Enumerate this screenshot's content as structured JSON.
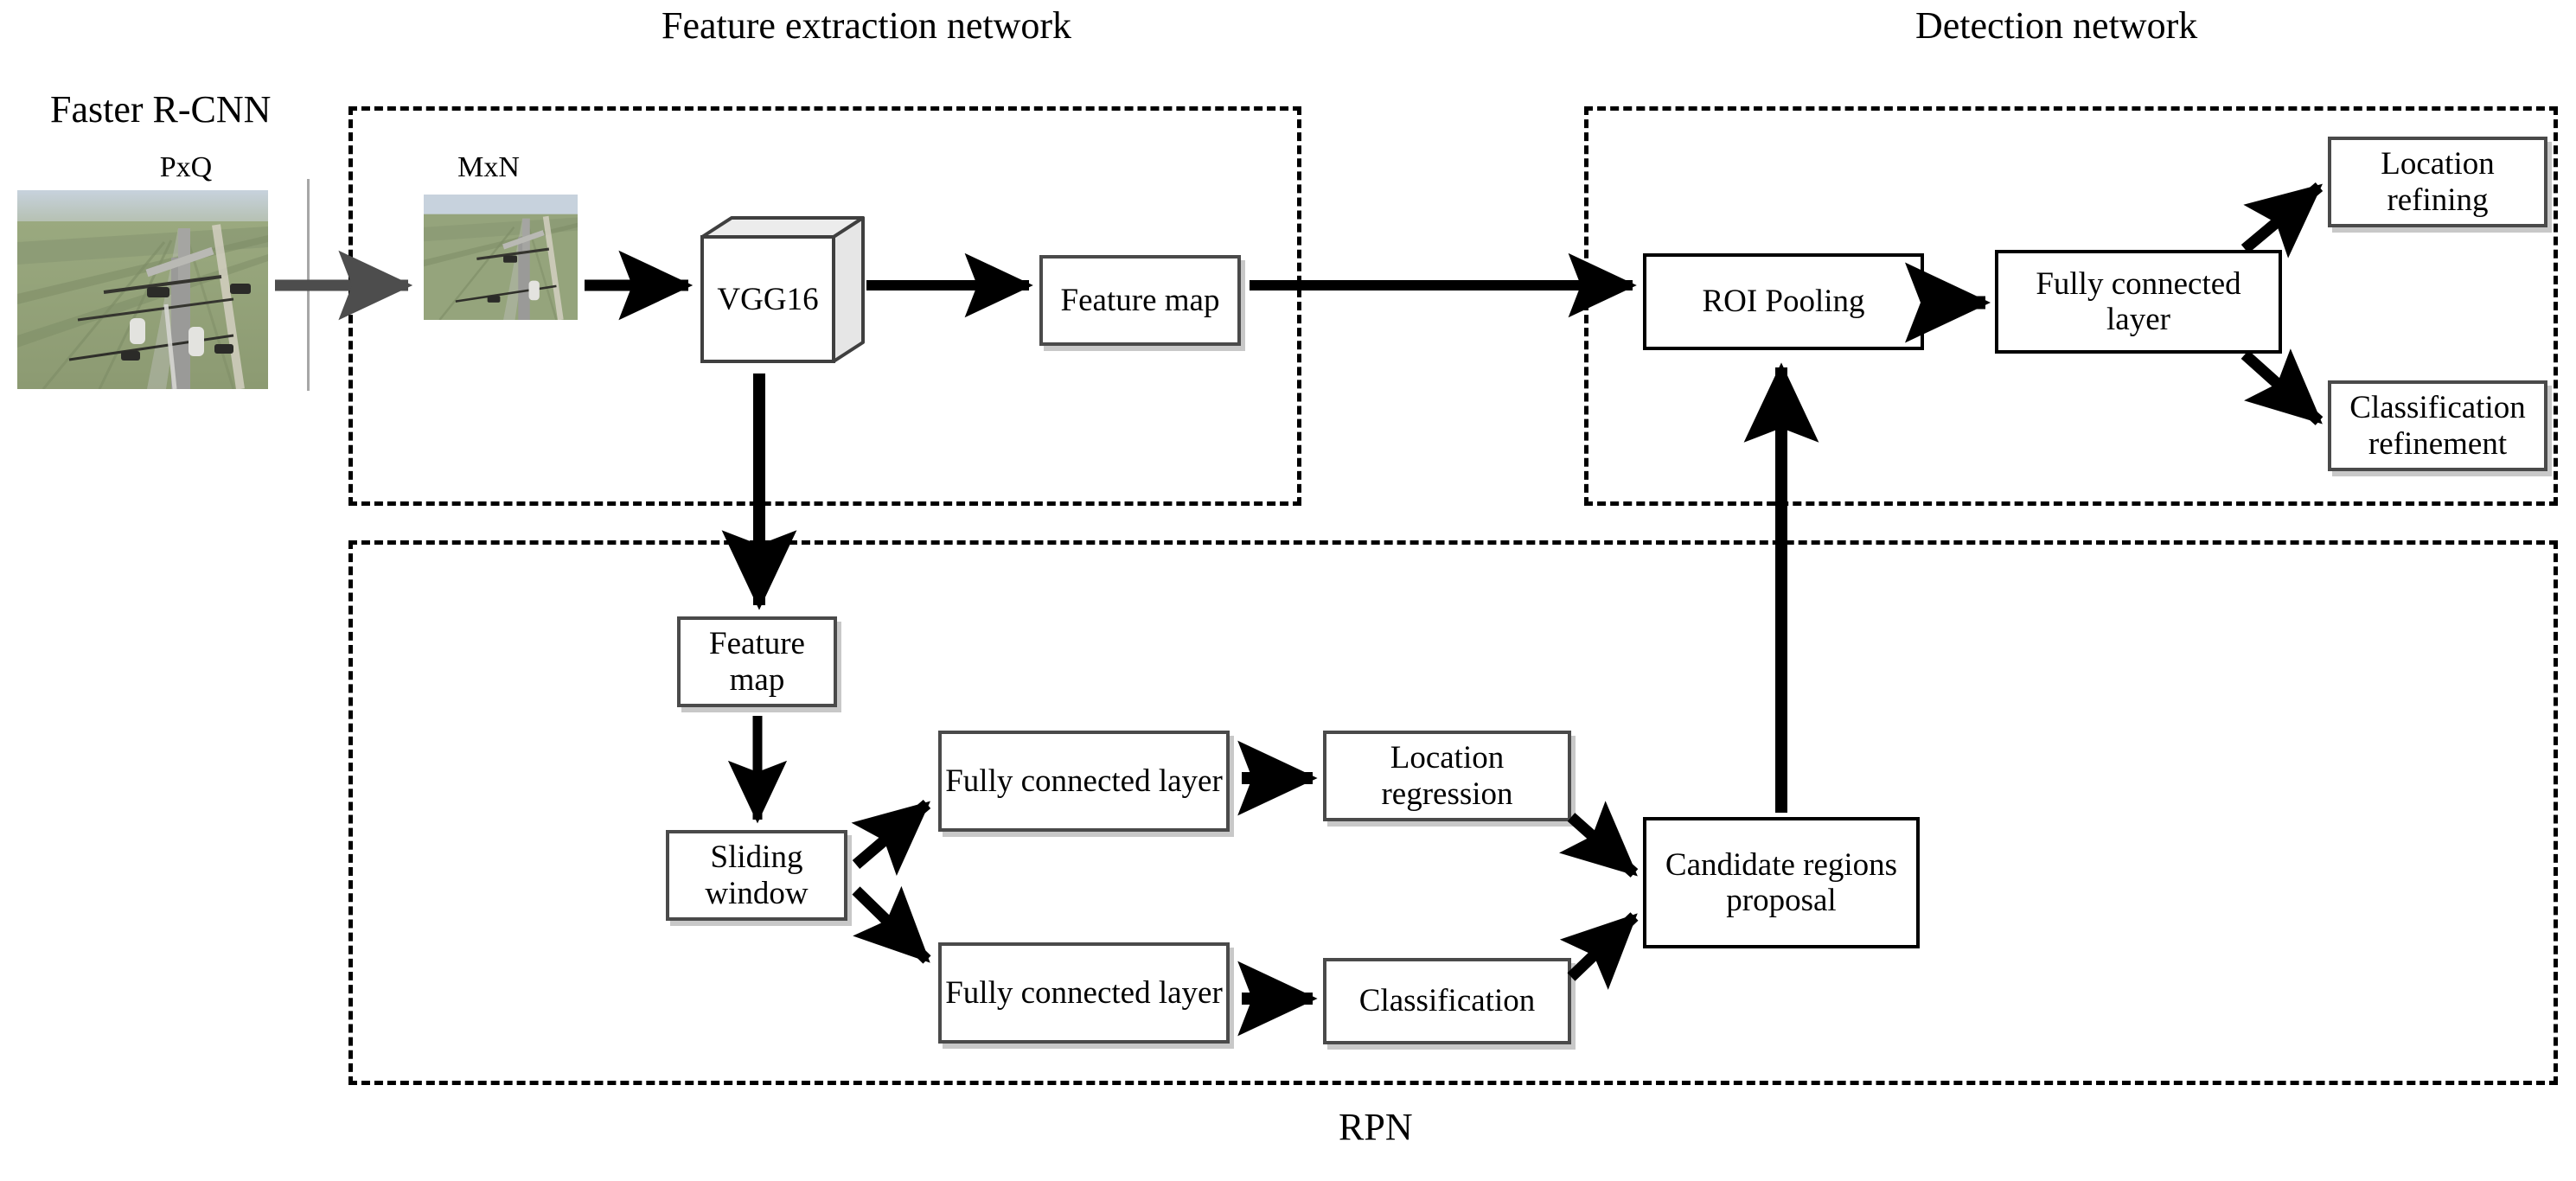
{
  "figure": {
    "overall_label": "Faster R-CNN",
    "bottom_label": "RPN",
    "titles": {
      "feature_extraction": "Feature extraction network",
      "detection": "Detection network"
    }
  },
  "inputs": {
    "source_image_label": "PxQ",
    "resized_image_label": "MxN"
  },
  "feature_extraction": {
    "backbone": "VGG16",
    "feature_map": "Feature map"
  },
  "rpn": {
    "feature_map": "Feature map",
    "sliding_window": "Sliding window",
    "fc_top": "Fully connected layer",
    "fc_bottom": "Fully connected layer",
    "location_regression": "Location regression",
    "classification": "Classification",
    "candidate_regions": "Candidate regions proposal"
  },
  "detection": {
    "roi_pooling": "ROI Pooling",
    "fc_layer": "Fully connected layer",
    "location_refining": "Location refining",
    "classification_refinement": "Classification refinement"
  },
  "colors": {
    "line": "#000000",
    "bevel_border": "#4a4a4a",
    "bevel_shadow": "#bebebe",
    "separator": "#a7a7a7",
    "background": "#ffffff"
  }
}
